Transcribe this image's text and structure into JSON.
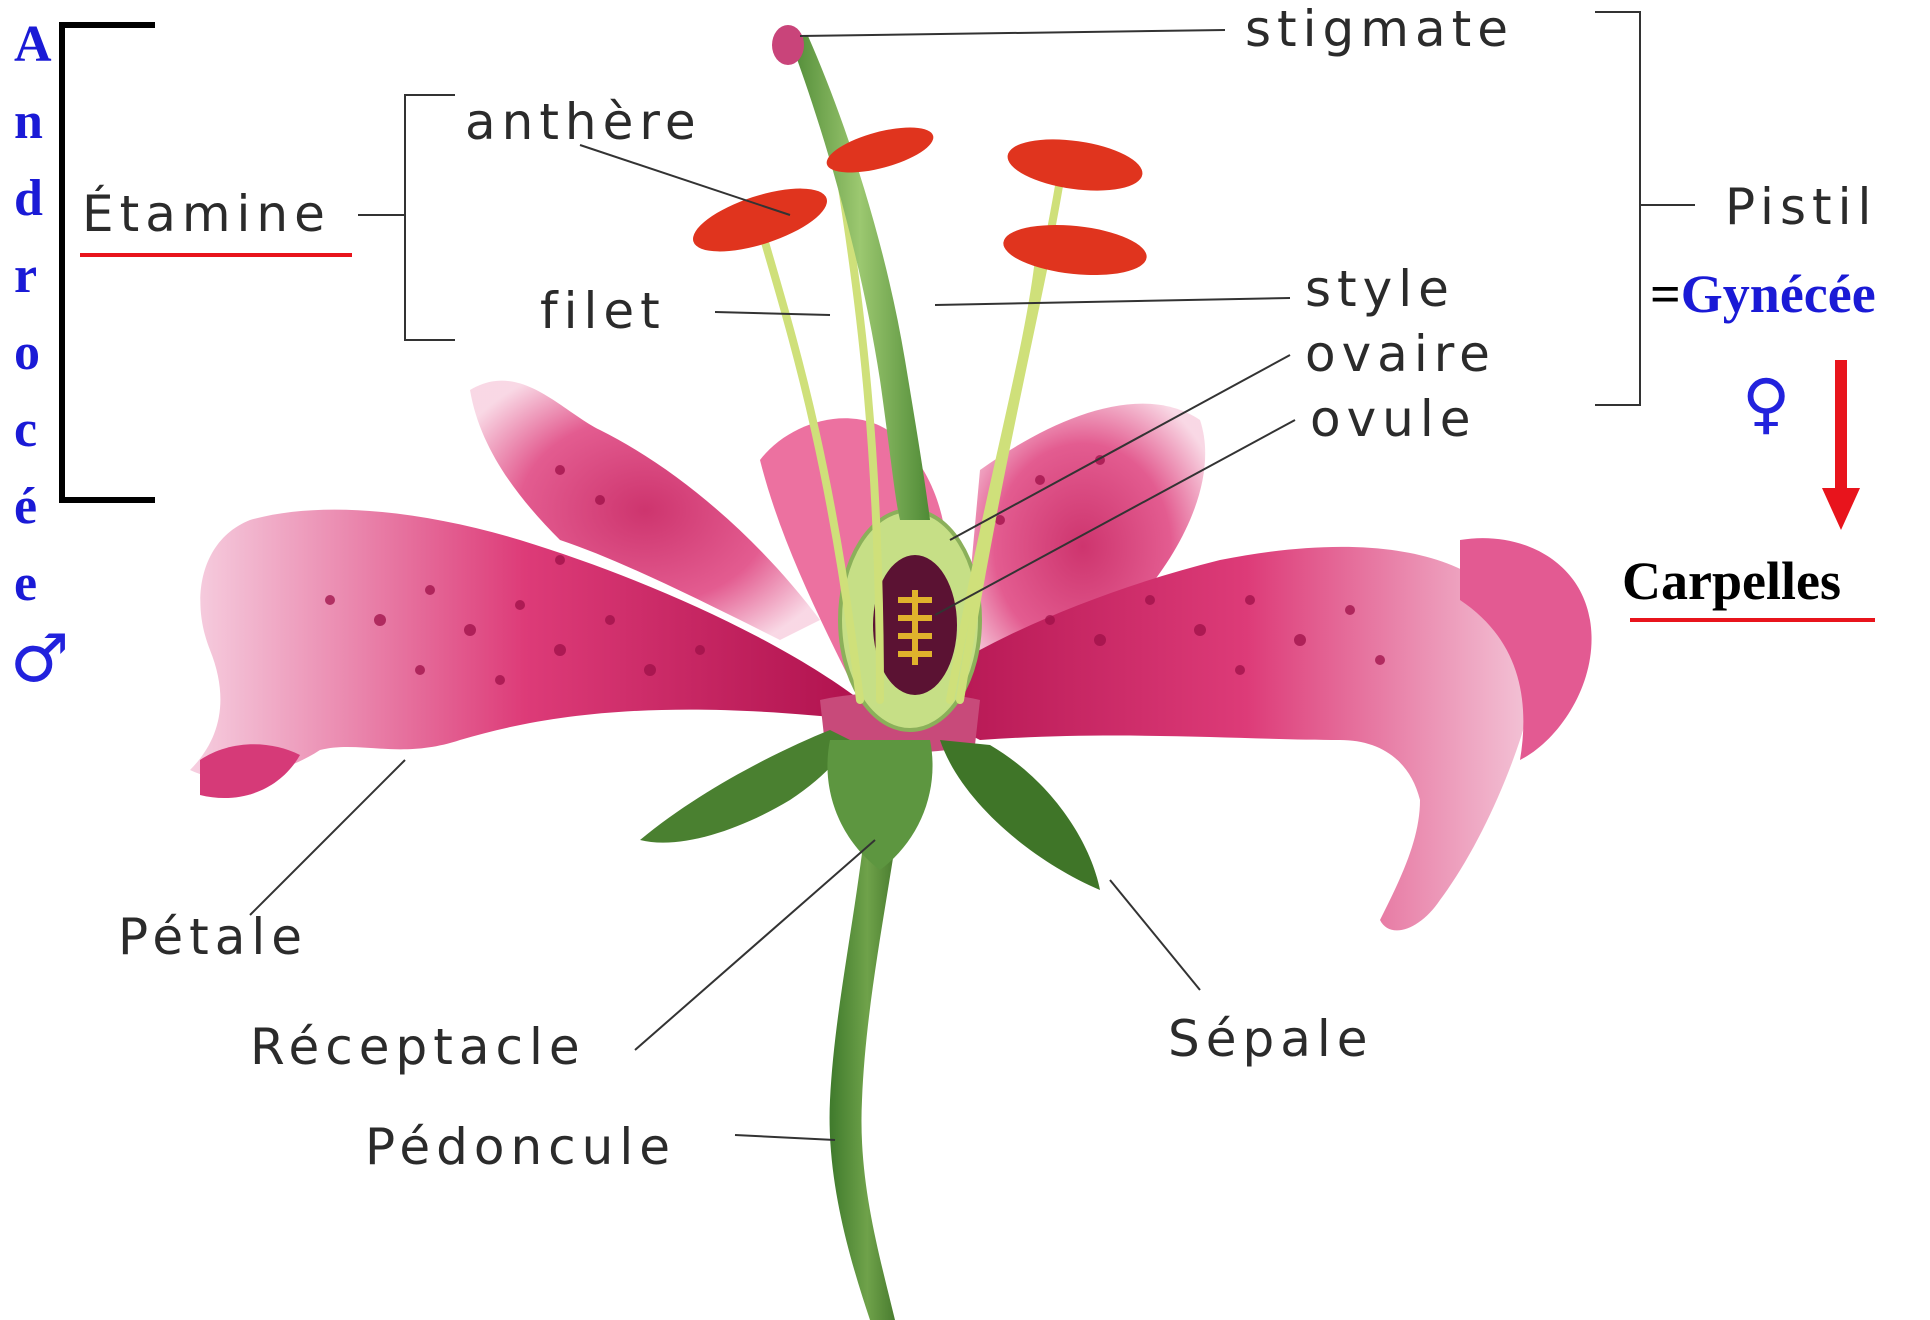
{
  "labels": {
    "etamine": "Étamine",
    "anthere": "anthère",
    "filet": "filet",
    "stigmate": "stigmate",
    "pistil": "Pistil",
    "gynecee_eq": "=",
    "gynecee": "Gynécée",
    "style": "style",
    "ovaire": "ovaire",
    "ovule": "ovule",
    "carpelles": "Carpelles",
    "petale": "Pétale",
    "receptacle": "Réceptacle",
    "sepale": "Sépale",
    "pedoncule": "Pédoncule"
  },
  "androcee_letters": [
    "A",
    "n",
    "d",
    "r",
    "o",
    "c",
    "é",
    "e"
  ],
  "symbols": {
    "male": "♂",
    "female": "♀"
  },
  "colors": {
    "blue_text": "#1a1ad6",
    "red_accent": "#e8141c",
    "petal_pink": "#d62c6e",
    "stem_green": "#4f8a36",
    "anther_red": "#e0341e"
  }
}
